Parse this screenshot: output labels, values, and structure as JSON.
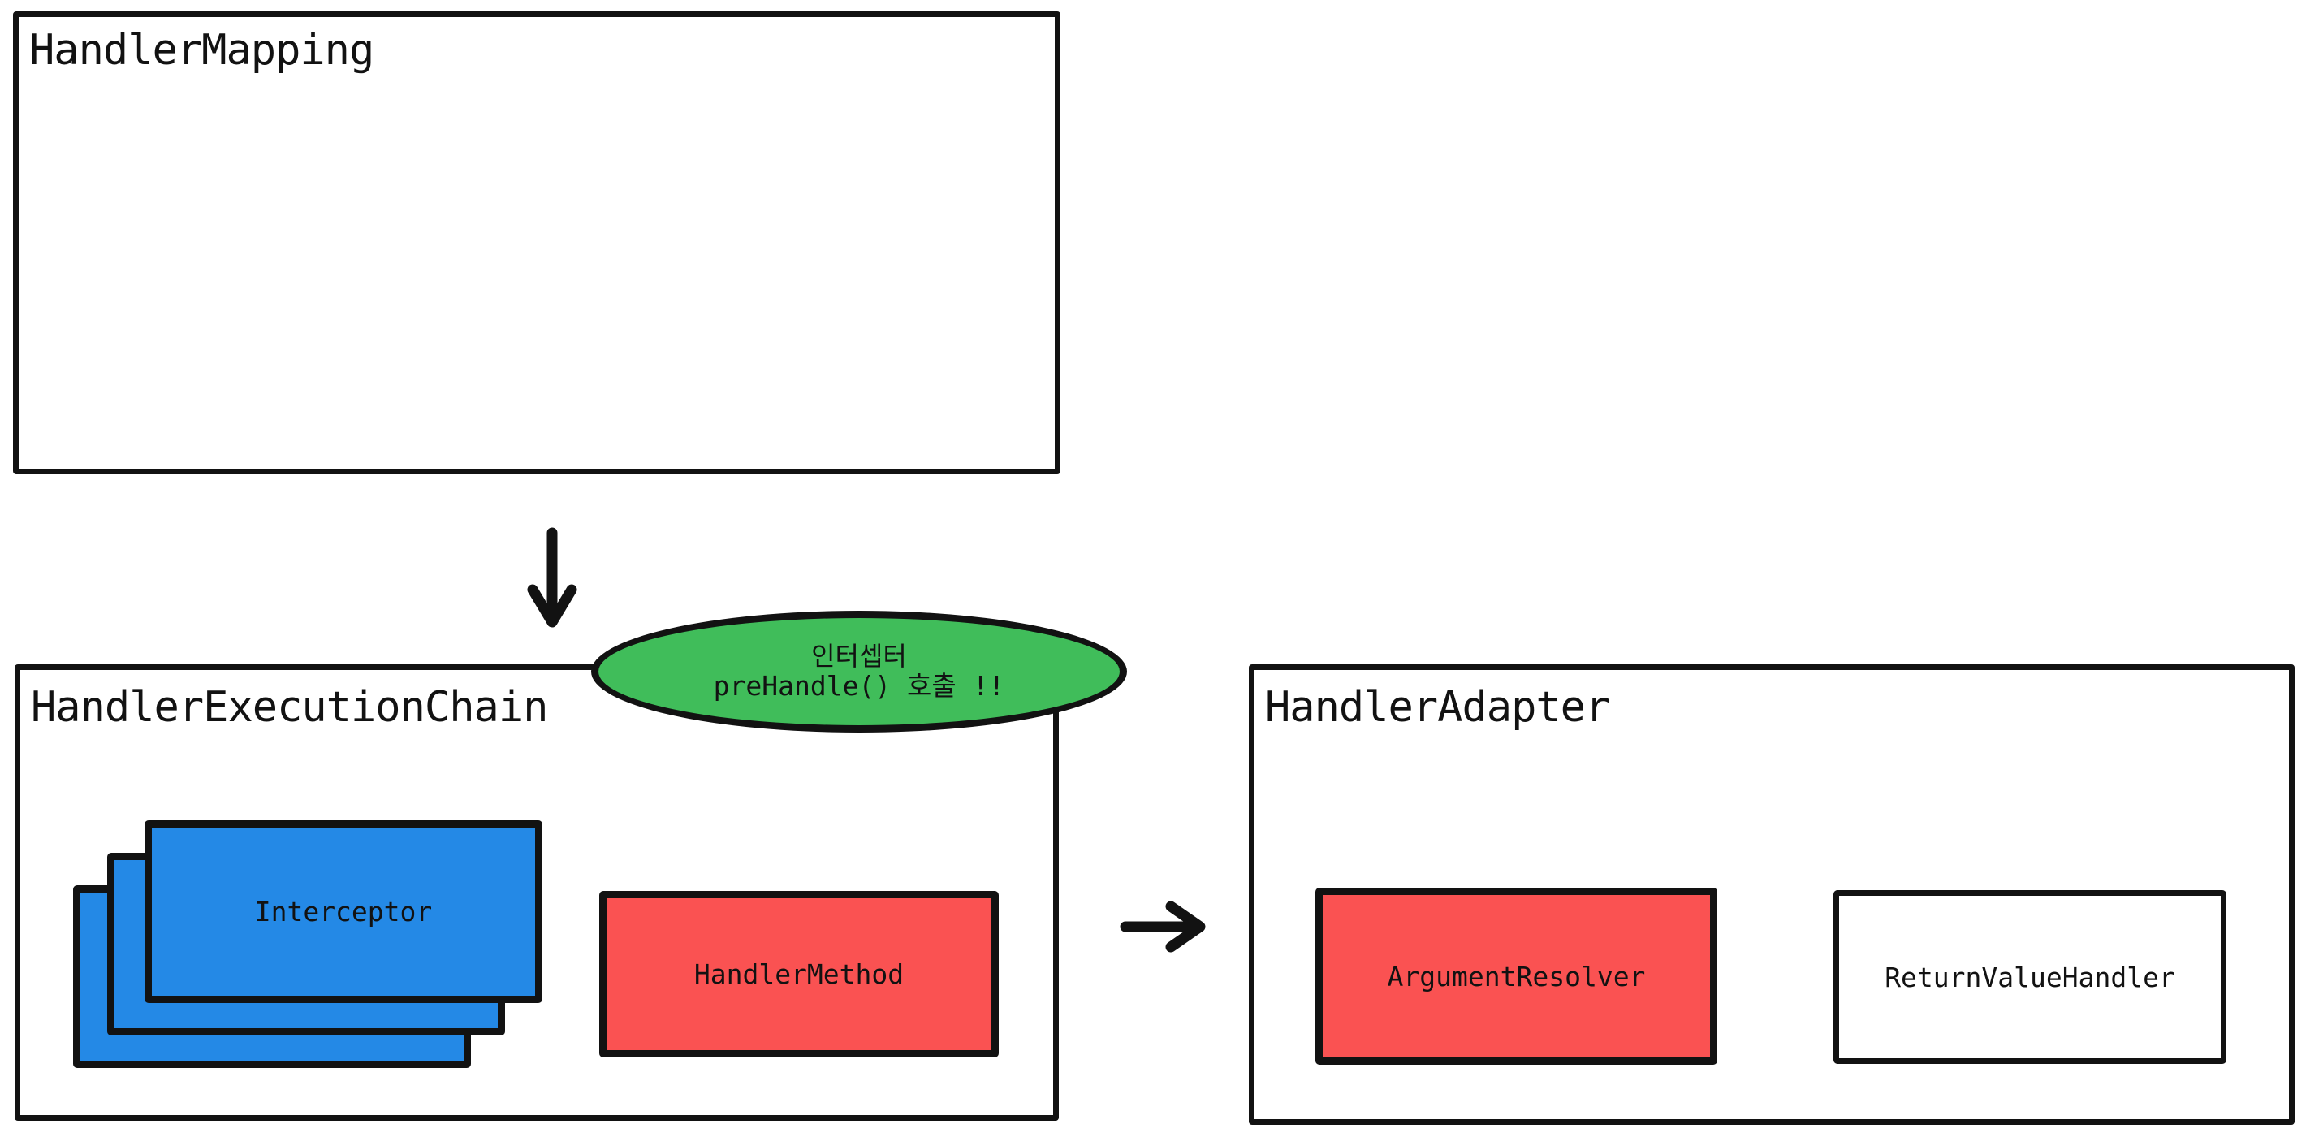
{
  "diagram": {
    "title": "Spring MVC HandlerMapping / HandlerAdapter flow",
    "colors": {
      "stroke": "#121212",
      "background": "#ffffff",
      "blue": "#2489e6",
      "red": "#fa5252",
      "green": "#40bd5a",
      "white": "#ffffff"
    }
  },
  "handler_mapping": {
    "title": "HandlerMapping"
  },
  "handler_execution_chain": {
    "title": "HandlerExecutionChain",
    "interceptor": {
      "label": "Interceptor",
      "stack_count": 3
    },
    "handler_method": {
      "label": "HandlerMethod"
    }
  },
  "interceptor_callout": {
    "line1": "인터셉터",
    "line2": "preHandle() 호출 !!"
  },
  "handler_adapter": {
    "title": "HandlerAdapter",
    "argument_resolver": {
      "label": "ArgumentResolver"
    },
    "return_value_handler": {
      "label": "ReturnValueHandler"
    }
  },
  "arrows": {
    "down_arrow": "arrow-down",
    "right_arrow": "arrow-right"
  }
}
